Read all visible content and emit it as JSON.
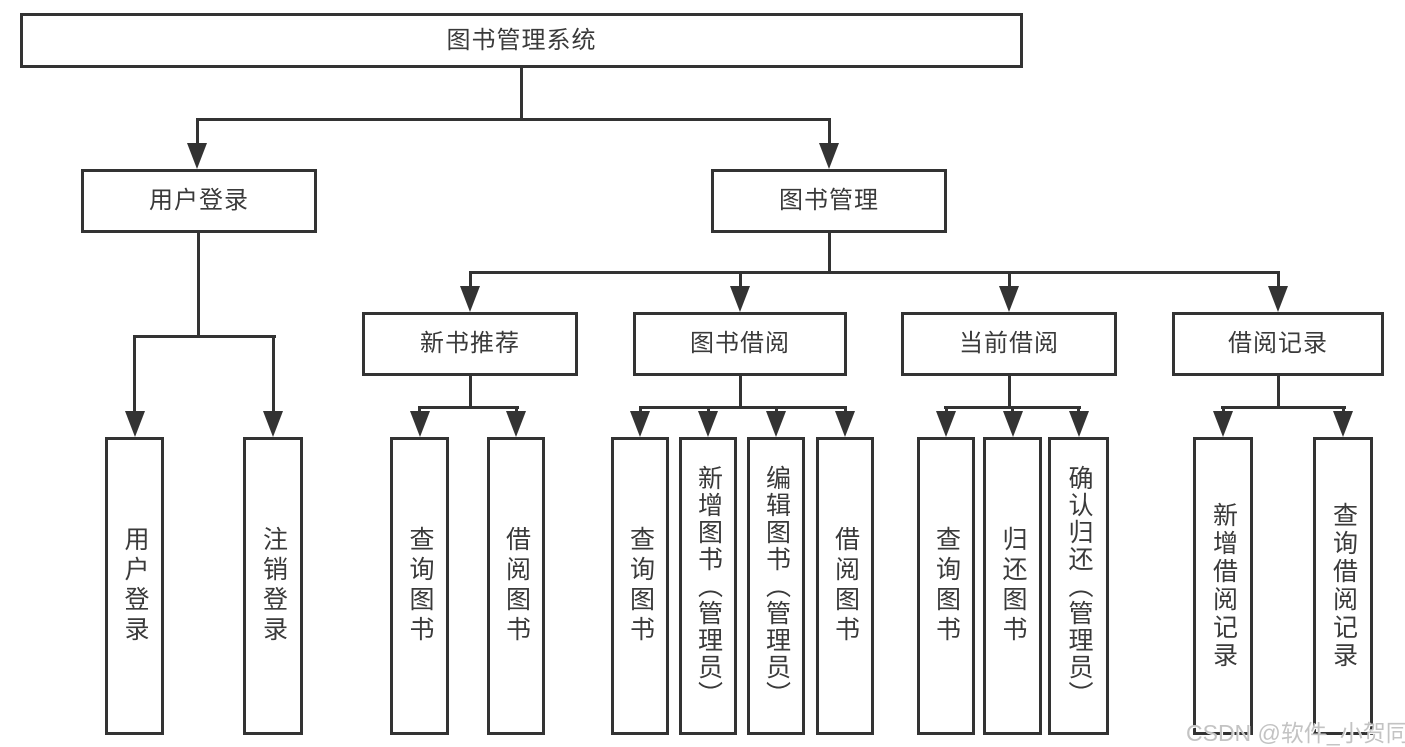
{
  "diagram_title": "图书管理系统",
  "watermark": "CSDN @软件_小贺同学",
  "colors": {
    "line": "#333333",
    "text": "#3a3a3a",
    "watermark": "#c3c3c3",
    "background": "#ffffff"
  },
  "tree": {
    "label": "图书管理系统",
    "children": [
      {
        "label": "用户登录",
        "children": [
          {
            "label": "用户登录"
          },
          {
            "label": "注销登录"
          }
        ]
      },
      {
        "label": "图书管理",
        "children": [
          {
            "label": "新书推荐",
            "children": [
              {
                "label": "查询图书"
              },
              {
                "label": "借阅图书"
              }
            ]
          },
          {
            "label": "图书借阅",
            "children": [
              {
                "label": "查询图书"
              },
              {
                "label": "新增图书（管理员）"
              },
              {
                "label": "编辑图书（管理员）"
              },
              {
                "label": "借阅图书"
              }
            ]
          },
          {
            "label": "当前借阅",
            "children": [
              {
                "label": "查询图书"
              },
              {
                "label": "归还图书"
              },
              {
                "label": "确认归还（管理员）"
              }
            ]
          },
          {
            "label": "借阅记录",
            "children": [
              {
                "label": "新增借阅记录"
              },
              {
                "label": "查询借阅记录"
              }
            ]
          }
        ]
      }
    ]
  }
}
